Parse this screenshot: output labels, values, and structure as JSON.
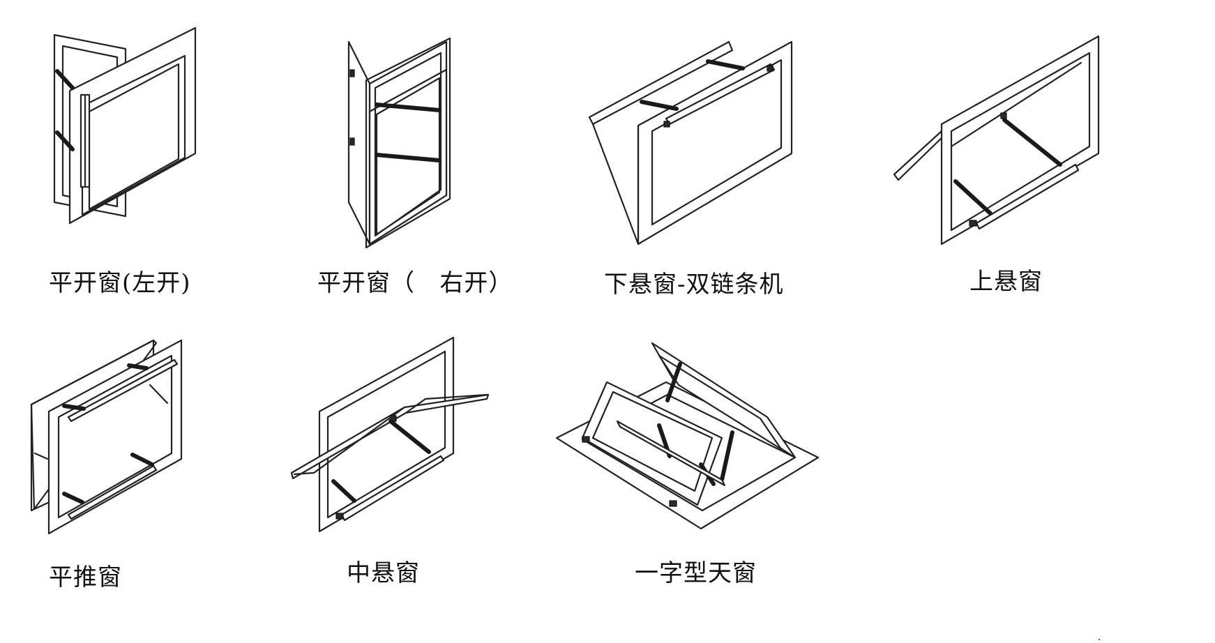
{
  "diagrams": [
    {
      "id": "casement-left",
      "label": "平开窗(左开)"
    },
    {
      "id": "casement-right",
      "label": "平开窗（   右开）"
    },
    {
      "id": "bottom-hung-double-chain",
      "label": "下悬窗-双链条机"
    },
    {
      "id": "top-hung",
      "label": "上悬窗"
    },
    {
      "id": "parallel-push",
      "label": "平推窗"
    },
    {
      "id": "center-pivot",
      "label": "中悬窗"
    },
    {
      "id": "skylight",
      "label": "一字型天窗"
    }
  ]
}
